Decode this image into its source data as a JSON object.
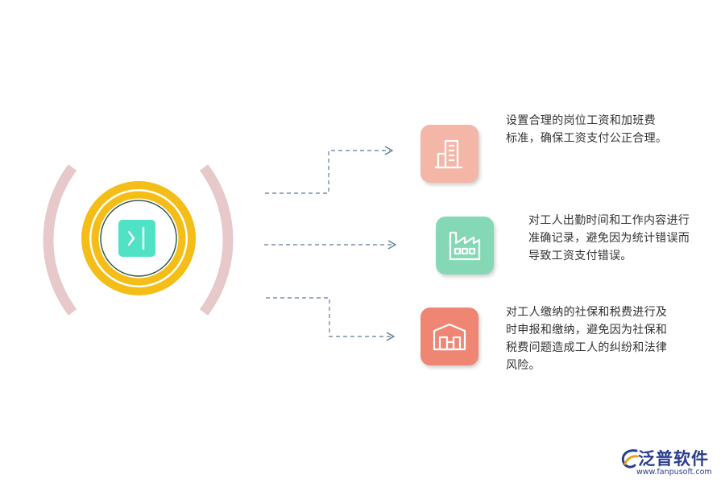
{
  "hub": {
    "icon": "collapse-panel-icon",
    "ring_color": "#f5bd17",
    "arc_color": "#e8c9cb",
    "inner_color": "#4fe2c4"
  },
  "items": [
    {
      "icon": "office-building-icon",
      "tile_color": "#f3b6a7",
      "lines": [
        "设置合理的岗位工资和加班费",
        "标准，确保工资支付公正合理。"
      ]
    },
    {
      "icon": "factory-icon",
      "tile_color": "#85d8b6",
      "lines": [
        "对工人出勤时间和工作内容进行",
        "准确记录，避免因为统计错误而",
        "导致工资支付错误。"
      ]
    },
    {
      "icon": "warehouse-icon",
      "tile_color": "#ef8673",
      "lines": [
        "对工人缴纳的社保和税费进行及",
        "时申报和缴纳，避免因为社保和",
        "税费问题造成工人的纠纷和法律",
        "风险。"
      ]
    }
  ],
  "brand": {
    "name": "泛普软件",
    "url": "www.fanpusoft.com",
    "logo_icon": "fanpu-logo-icon"
  },
  "connector_color": "#5b7b9a"
}
